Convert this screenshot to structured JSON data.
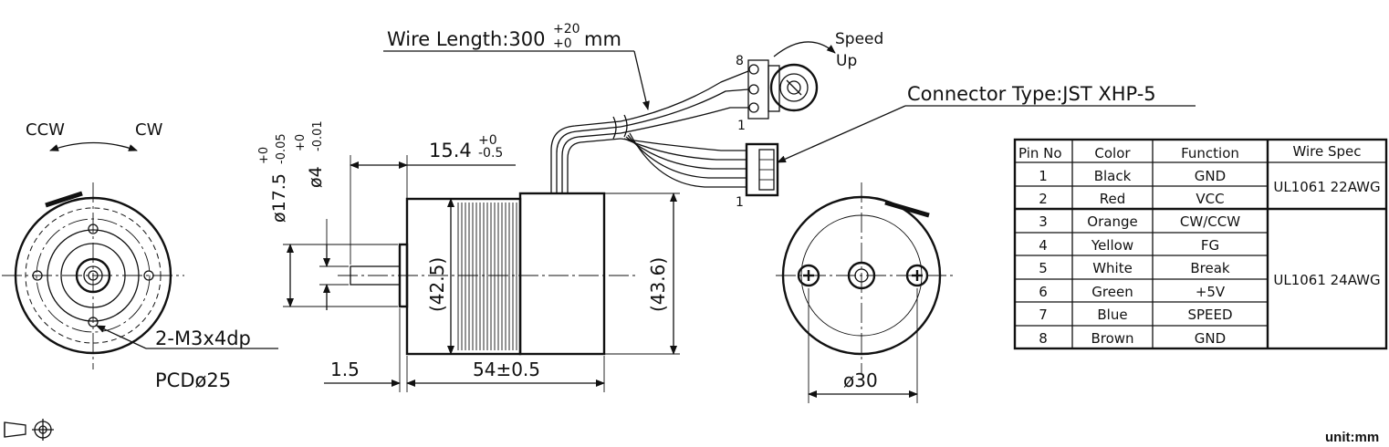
{
  "drawing": {
    "wire_length": "Wire Length:300",
    "wire_tol_upper": "+20",
    "wire_tol_lower": "+0",
    "wire_unit": "mm",
    "connector_type": "Connector Type:JST XHP-5",
    "speed_up_line1": "Speed",
    "speed_up_line2": "Up",
    "pot_label": "8",
    "pin_8": "8",
    "pin_1_pot": "1",
    "pin_1_conn": "1",
    "ccw": "CCW",
    "cw": "CW",
    "mount_holes": "2-M3x4dp",
    "pcd": "PCDø25",
    "dim_shaft_len": "15.4",
    "dim_shaft_len_up": "+0",
    "dim_shaft_len_low": "-0.5",
    "dim_boss_dia": "ø17.5",
    "dim_boss_up": "+0",
    "dim_boss_low": "-0.05",
    "dim_shaft_dia": "ø4",
    "dim_shaft_up": "+0",
    "dim_shaft_low": "-0.01",
    "dim_body_dia_inner": "(42.5)",
    "dim_body_dia_outer": "(43.6)",
    "dim_flange": "1.5",
    "dim_body_len": "54±0.5",
    "dim_rear_dia": "ø30",
    "unit": "unit:mm"
  },
  "wire_table": {
    "headers": [
      "Pin No",
      "Color",
      "Function",
      "Wire Spec"
    ],
    "rows": [
      {
        "pin": "1",
        "color": "Black",
        "function": "GND"
      },
      {
        "pin": "2",
        "color": "Red",
        "function": "VCC"
      },
      {
        "pin": "3",
        "color": "Orange",
        "function": "CW/CCW"
      },
      {
        "pin": "4",
        "color": "Yellow",
        "function": "FG"
      },
      {
        "pin": "5",
        "color": "White",
        "function": "Break"
      },
      {
        "pin": "6",
        "color": "Green",
        "function": "+5V"
      },
      {
        "pin": "7",
        "color": "Blue",
        "function": "SPEED"
      },
      {
        "pin": "8",
        "color": "Brown",
        "function": "GND"
      }
    ],
    "spec_a": "UL1061 22AWG",
    "spec_b": "UL1061 24AWG"
  }
}
